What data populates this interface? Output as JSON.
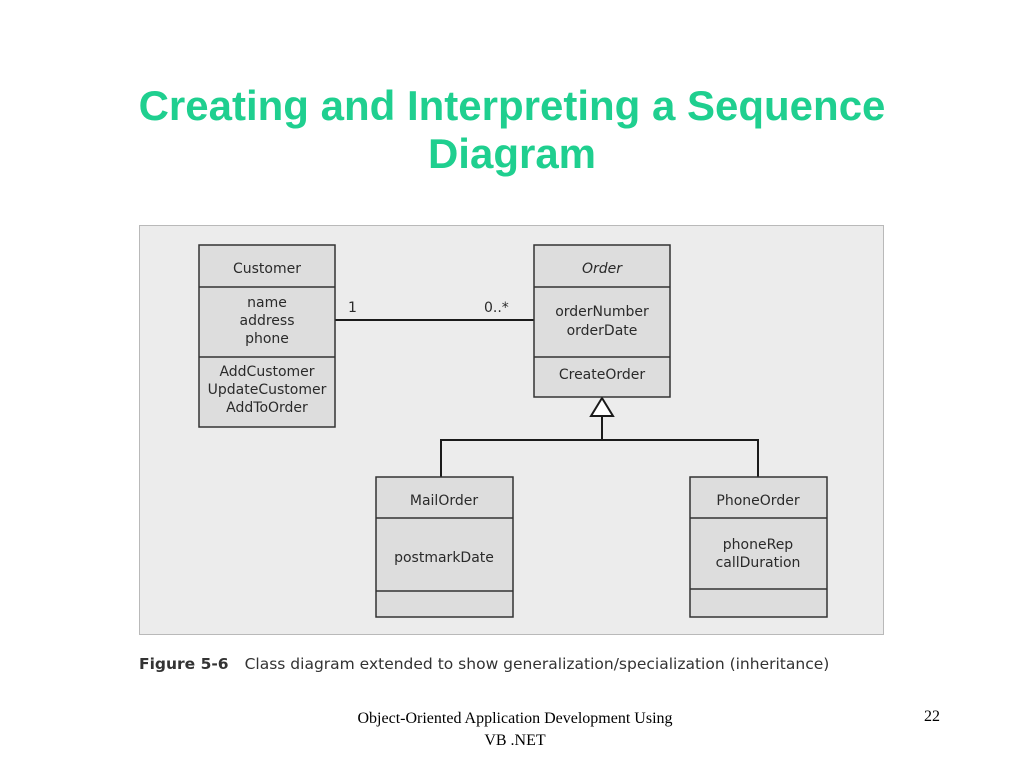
{
  "slide": {
    "title_line1": "Creating and Interpreting a Sequence",
    "title_line2": "Diagram",
    "title_color": "#1fcf8f"
  },
  "diagram": {
    "classes": {
      "customer": {
        "name": "Customer",
        "attributes": [
          "name",
          "address",
          "phone"
        ],
        "methods": [
          "AddCustomer",
          "UpdateCustomer",
          "AddToOrder"
        ]
      },
      "order": {
        "name": "Order",
        "attributes": [
          "orderNumber",
          "orderDate"
        ],
        "methods": [
          "CreateOrder"
        ]
      },
      "mail_order": {
        "name": "MailOrder",
        "attributes": [
          "postmarkDate"
        ],
        "methods": []
      },
      "phone_order": {
        "name": "PhoneOrder",
        "attributes": [
          "phoneRep",
          "callDuration"
        ],
        "methods": []
      }
    },
    "association": {
      "customer_multiplicity": "1",
      "order_multiplicity": "0..*"
    },
    "box_fill": "#dddddd",
    "line_color": "#1a1a1a"
  },
  "caption": {
    "label": "Figure 5-6",
    "text": "Class diagram extended to show generalization/specialization (inheritance)"
  },
  "footer": {
    "line1": "Object-Oriented Application Development Using",
    "line2": "VB .NET",
    "page_number": "22"
  }
}
